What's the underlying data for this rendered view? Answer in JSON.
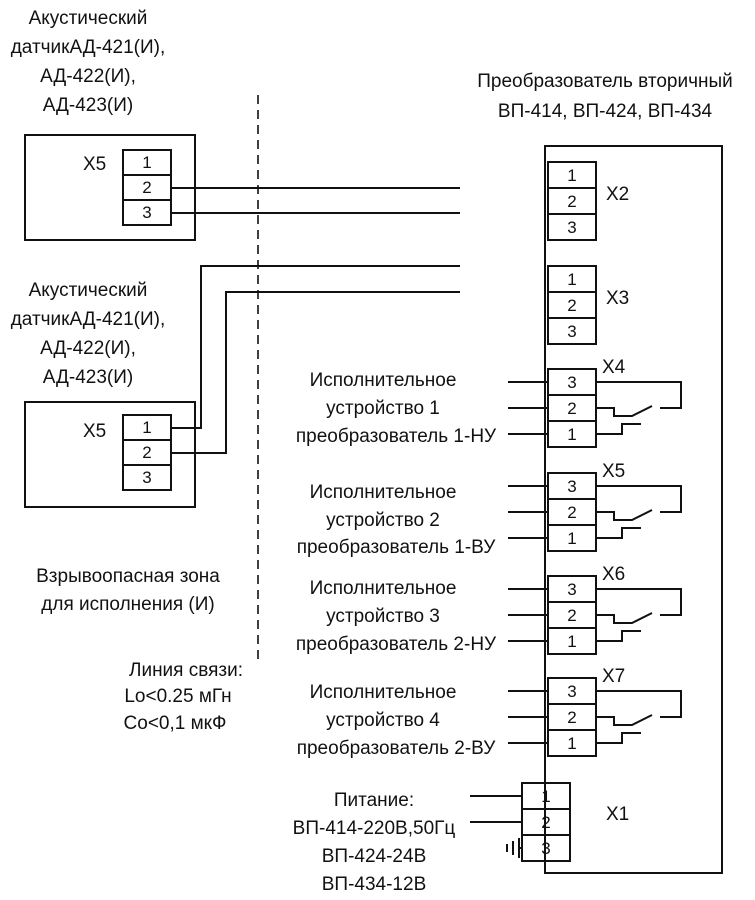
{
  "sensor1": {
    "lines": [
      "Акустический",
      "датчикАД-421(И),",
      "АД-422(И),",
      "АД-423(И)"
    ],
    "connector": "X5",
    "pins": [
      "1",
      "2",
      "3"
    ]
  },
  "sensor2": {
    "lines": [
      "Акустический",
      "датчикАД-421(И),",
      "АД-422(И),",
      "АД-423(И)"
    ],
    "connector": "X5",
    "pins": [
      "1",
      "2",
      "3"
    ]
  },
  "converter": {
    "lines": [
      "Преобразователь вторичный",
      "ВП-414, ВП-424, ВП-434"
    ],
    "connectors": [
      {
        "name": "X2",
        "pins": [
          "1",
          "2",
          "3"
        ]
      },
      {
        "name": "X3",
        "pins": [
          "1",
          "2",
          "3"
        ]
      },
      {
        "name": "X4",
        "pins": [
          "3",
          "2",
          "1"
        ]
      },
      {
        "name": "X5",
        "pins": [
          "3",
          "2",
          "1"
        ]
      },
      {
        "name": "X6",
        "pins": [
          "3",
          "2",
          "1"
        ]
      },
      {
        "name": "X7",
        "pins": [
          "3",
          "2",
          "1"
        ]
      },
      {
        "name": "X1",
        "pins": [
          "1",
          "2",
          "3"
        ]
      }
    ]
  },
  "zone": {
    "lines": [
      "Взрывоопасная зона",
      "для исполнения (И)"
    ]
  },
  "link": {
    "lines": [
      "Линия связи:",
      "Lo<0.25 мГн",
      "Co<0,1 мкФ"
    ]
  },
  "actuators": [
    {
      "lines": [
        "Исполнительное",
        "устройство 1",
        "преобразователь 1-НУ"
      ]
    },
    {
      "lines": [
        "Исполнительное",
        "устройство 2",
        "преобразователь 1-ВУ"
      ]
    },
    {
      "lines": [
        "Исполнительное",
        "устройство 3",
        "преобразователь 2-НУ"
      ]
    },
    {
      "lines": [
        "Исполнительное",
        "устройство 4",
        "преобразователь 2-ВУ"
      ]
    }
  ],
  "power": {
    "lines": [
      "Питание:",
      "ВП-414-220В,50Гц",
      "ВП-424-24В",
      "ВП-434-12В"
    ]
  }
}
